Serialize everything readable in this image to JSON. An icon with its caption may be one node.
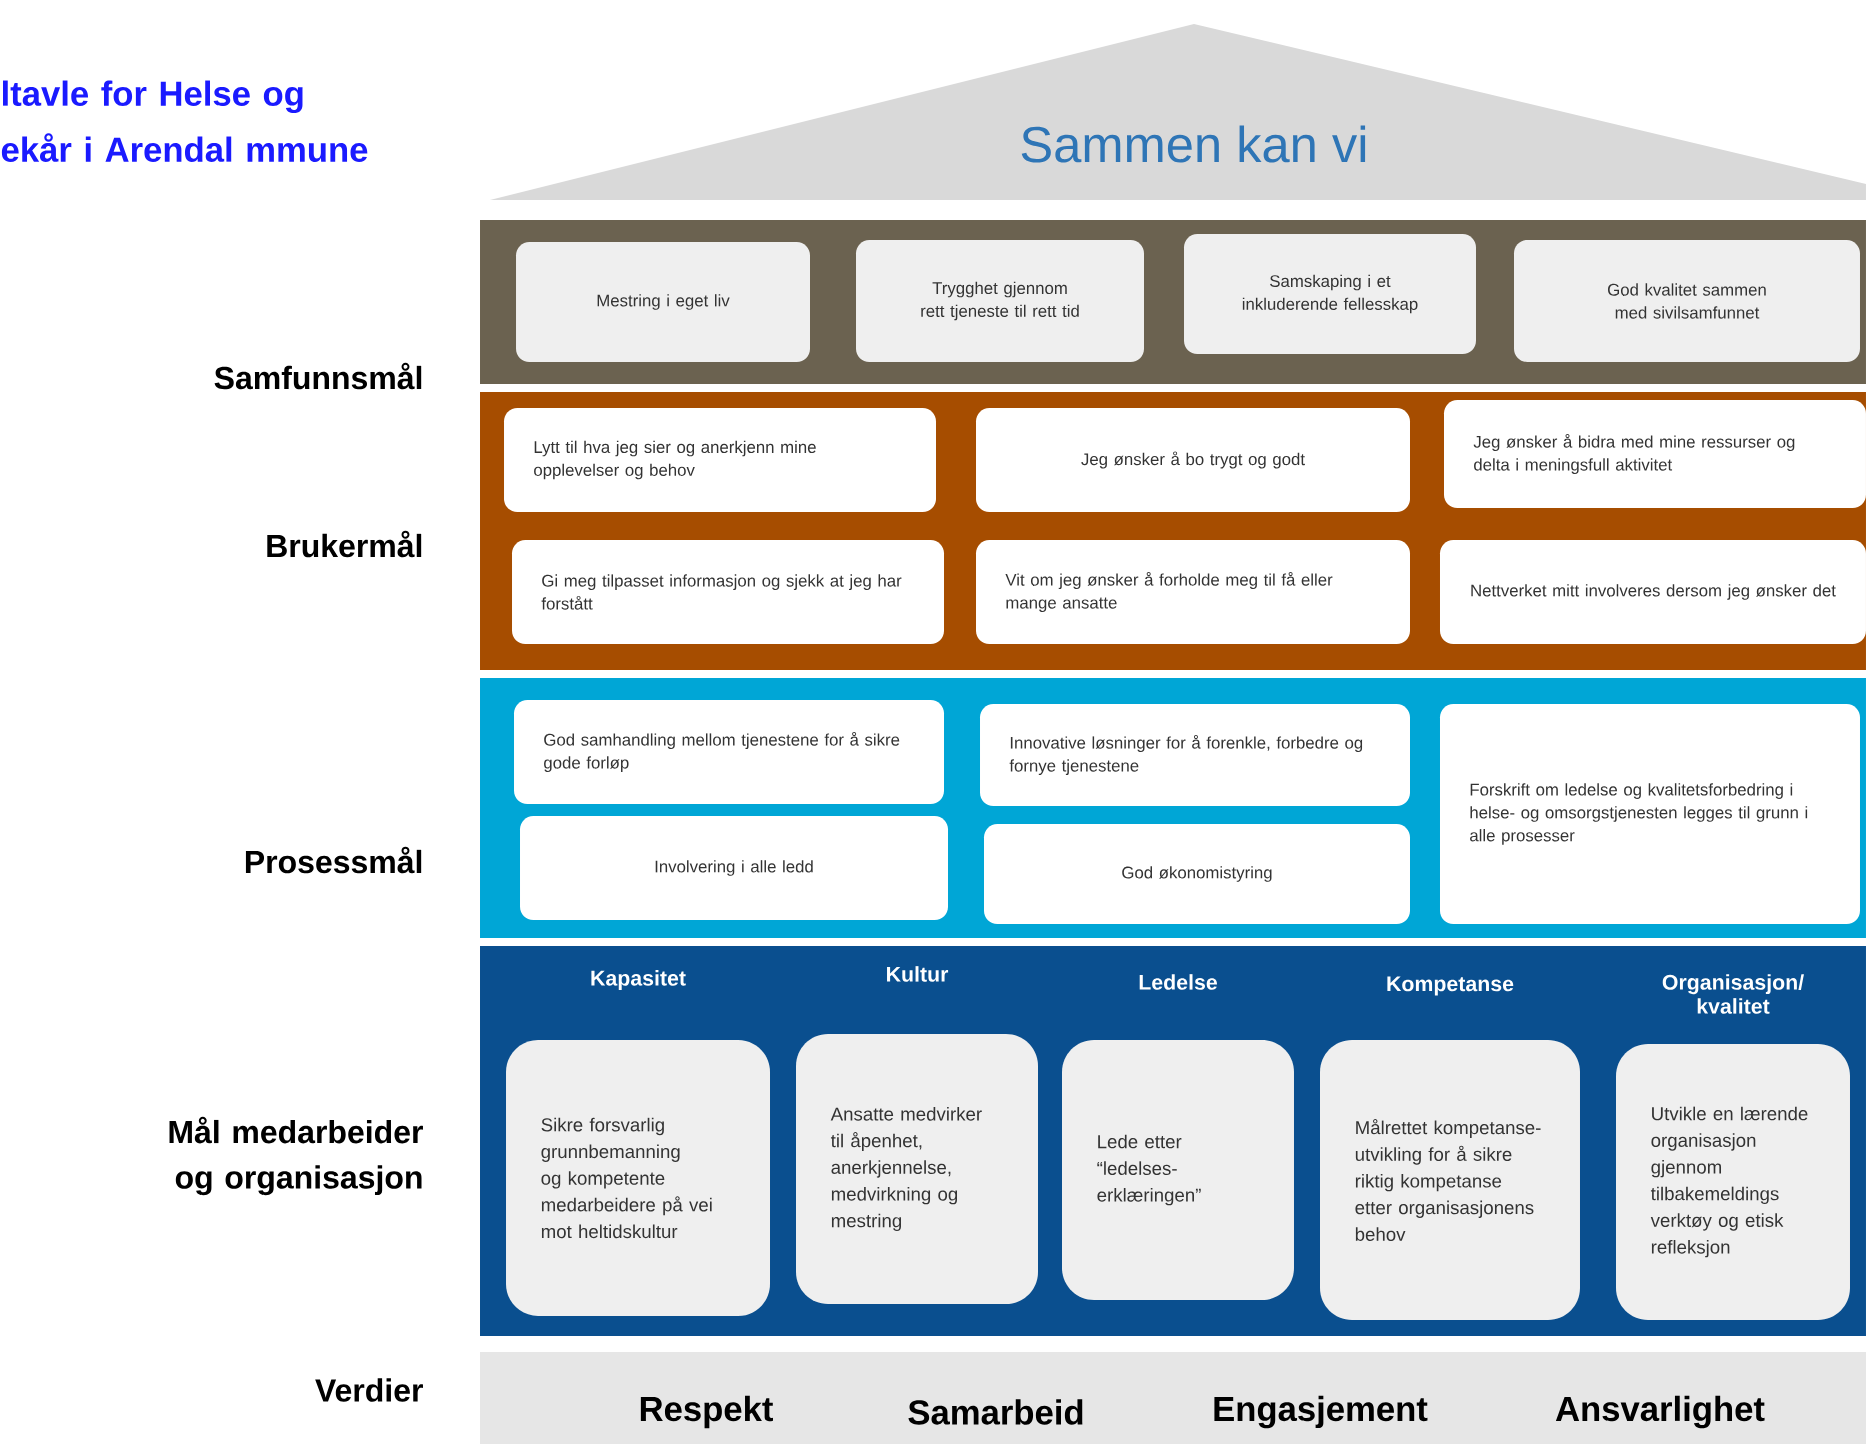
{
  "diagram": {
    "title": "ltavle for Helse og ekår i Arendal mmune",
    "nodes": [
      {
        "text": [
          "Sammen kan vi"
        ]
      },
      {
        "text": [
          "Samfunnsmål"
        ]
      },
      {
        "text": [
          "Mestring i eget liv"
        ],
        "in": 1
      },
      {
        "text": [
          "Trygghet gjennom rett tjeneste til rett tid"
        ],
        "in": 1
      },
      {
        "text": [
          "Samskaping i et inkluderende fellesskap"
        ],
        "in": 1
      },
      {
        "text": [
          "God kvalitet sammen med sivilsamfunnet"
        ],
        "in": 1
      },
      {
        "text": [
          "Brukermål"
        ]
      },
      {
        "text": [
          "Lytt til hva jeg sier og anerkjenn mine opplevelser og behov"
        ],
        "in": 6
      },
      {
        "text": [
          "Jeg ønsker å bo trygt og godt"
        ],
        "in": 6
      },
      {
        "text": [
          "Jeg ønsker å bidra med mine ressurser og delta i meningsfull aktivitet"
        ],
        "in": 6
      },
      {
        "text": [
          "Gi meg tilpasset informasjon og sjekk at jeg har forstått"
        ],
        "in": 6
      },
      {
        "text": [
          "Vit om jeg ønsker å forholde meg til få eller mange ansatte"
        ],
        "in": 6
      },
      {
        "text": [
          "Nettverket mitt involveres dersom jeg ønsker det"
        ],
        "in": 6
      },
      {
        "text": [
          "Prosessmål"
        ]
      },
      {
        "text": [
          "God samhandling mellom tjenestene for å sikre gode forløp"
        ],
        "in": 13
      },
      {
        "text": [
          "Innovative løsninger for å forenkle, forbedre og fornye tjenestene"
        ],
        "in": 13
      },
      {
        "text": [
          "Forskrift om ledelse og kvalitetsforbedring i helse- og omsorgstjenesten legges til grunn i alle prosesser"
        ],
        "in": 13
      },
      {
        "text": [
          "Involvering i alle ledd"
        ],
        "in": 13
      },
      {
        "text": [
          "God økonomistyring"
        ],
        "in": 13
      },
      {
        "text": [
          "Mål medarbeider og organisasjon"
        ]
      },
      {
        "text": [
          "Kapasitet",
          "Sikre forsvarlig grunnbemanning og kompetente medarbeidere på vei mot heltidskultur"
        ],
        "in": 19
      },
      {
        "text": [
          "Kultur",
          "Ansatte medvirker til åpenhet, anerkjennelse, medvirkning og mestring"
        ],
        "in": 19
      },
      {
        "text": [
          "Ledelse",
          "Lede etter “ledelses-erklæringen”"
        ],
        "in": 19
      },
      {
        "text": [
          "Kompetanse",
          "Målrettet kompetanse-utvikling for å sikre riktig kompetanse etter organisasjonens behov"
        ],
        "in": 19
      },
      {
        "text": [
          "Organisasjon/ kvalitet",
          "Utvikle en lærende organisasjon gjennom tilbakemeldings verktøy og etisk refleksjon"
        ],
        "in": 19
      },
      {
        "text": [
          "Verdier"
        ]
      }
    ],
    "labels": [
      "Respekt",
      "Samarbeid",
      "Engasjement",
      "Ansvarlighet"
    ]
  }
}
